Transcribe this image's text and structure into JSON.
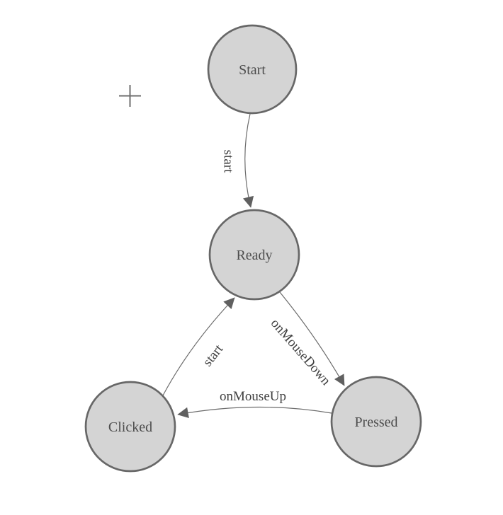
{
  "colors": {
    "background": "#ffffff",
    "node_fill": "#d4d4d4",
    "node_stroke": "#676767",
    "node_text": "#4d4d4d",
    "edge_stroke": "#6b6b6b",
    "arrowhead": "#606060",
    "edge_text": "#404040",
    "crosshair": "#6e6e6e"
  },
  "nodes": [
    {
      "id": "start",
      "label": "Start"
    },
    {
      "id": "ready",
      "label": "Ready"
    },
    {
      "id": "clicked",
      "label": "Clicked"
    },
    {
      "id": "pressed",
      "label": "Pressed"
    }
  ],
  "edges": [
    {
      "id": "start-to-ready",
      "from": "Start",
      "to": "Ready",
      "label": "start"
    },
    {
      "id": "clicked-to-ready",
      "from": "Clicked",
      "to": "Ready",
      "label": "start"
    },
    {
      "id": "ready-to-pressed",
      "from": "Ready",
      "to": "Pressed",
      "label": "onMouseDown"
    },
    {
      "id": "pressed-to-clicked",
      "from": "Pressed",
      "to": "Clicked",
      "label": "onMouseUp"
    }
  ],
  "cursor": {
    "type": "crosshair-plus"
  }
}
